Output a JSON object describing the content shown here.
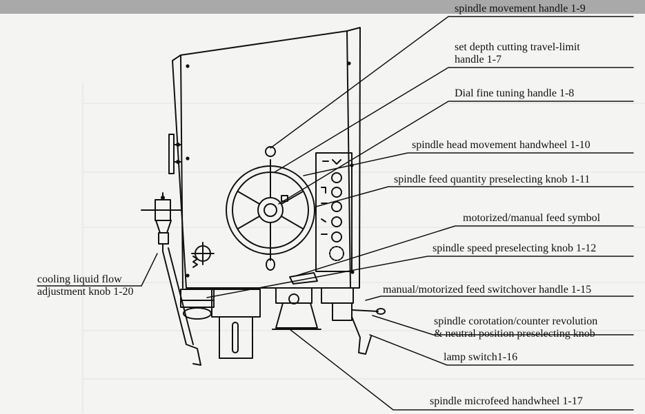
{
  "labels": {
    "spindle_movement": "spindle movement handle 1-9",
    "set_depth_line1": "set depth cutting travel-limit",
    "set_depth_line2": "handle 1-7",
    "dial_fine": "Dial fine tuning handle 1-8",
    "head_handwheel": "spindle head movement handwheel 1-10",
    "feed_quantity": "spindle feed quantity preselecting knob 1-11",
    "feed_symbol": "motorized/manual feed symbol",
    "speed_knob": "spindle speed preselecting knob 1-12",
    "cooling_line1": "cooling liquid flow",
    "cooling_line2": "adjustment knob 1-20",
    "switchover": "manual/motorized feed switchover handle 1-15",
    "corotation_line1": "spindle corotation/counter revolution",
    "corotation_line2": "& neutral position preselecting knob",
    "lamp_switch": "lamp switch1-16",
    "microfeed": "spindle microfeed handwheel 1-17"
  },
  "colors": {
    "ink": "#111111",
    "paper": "#f4f4f2",
    "top_band": "#a9a9a9"
  }
}
